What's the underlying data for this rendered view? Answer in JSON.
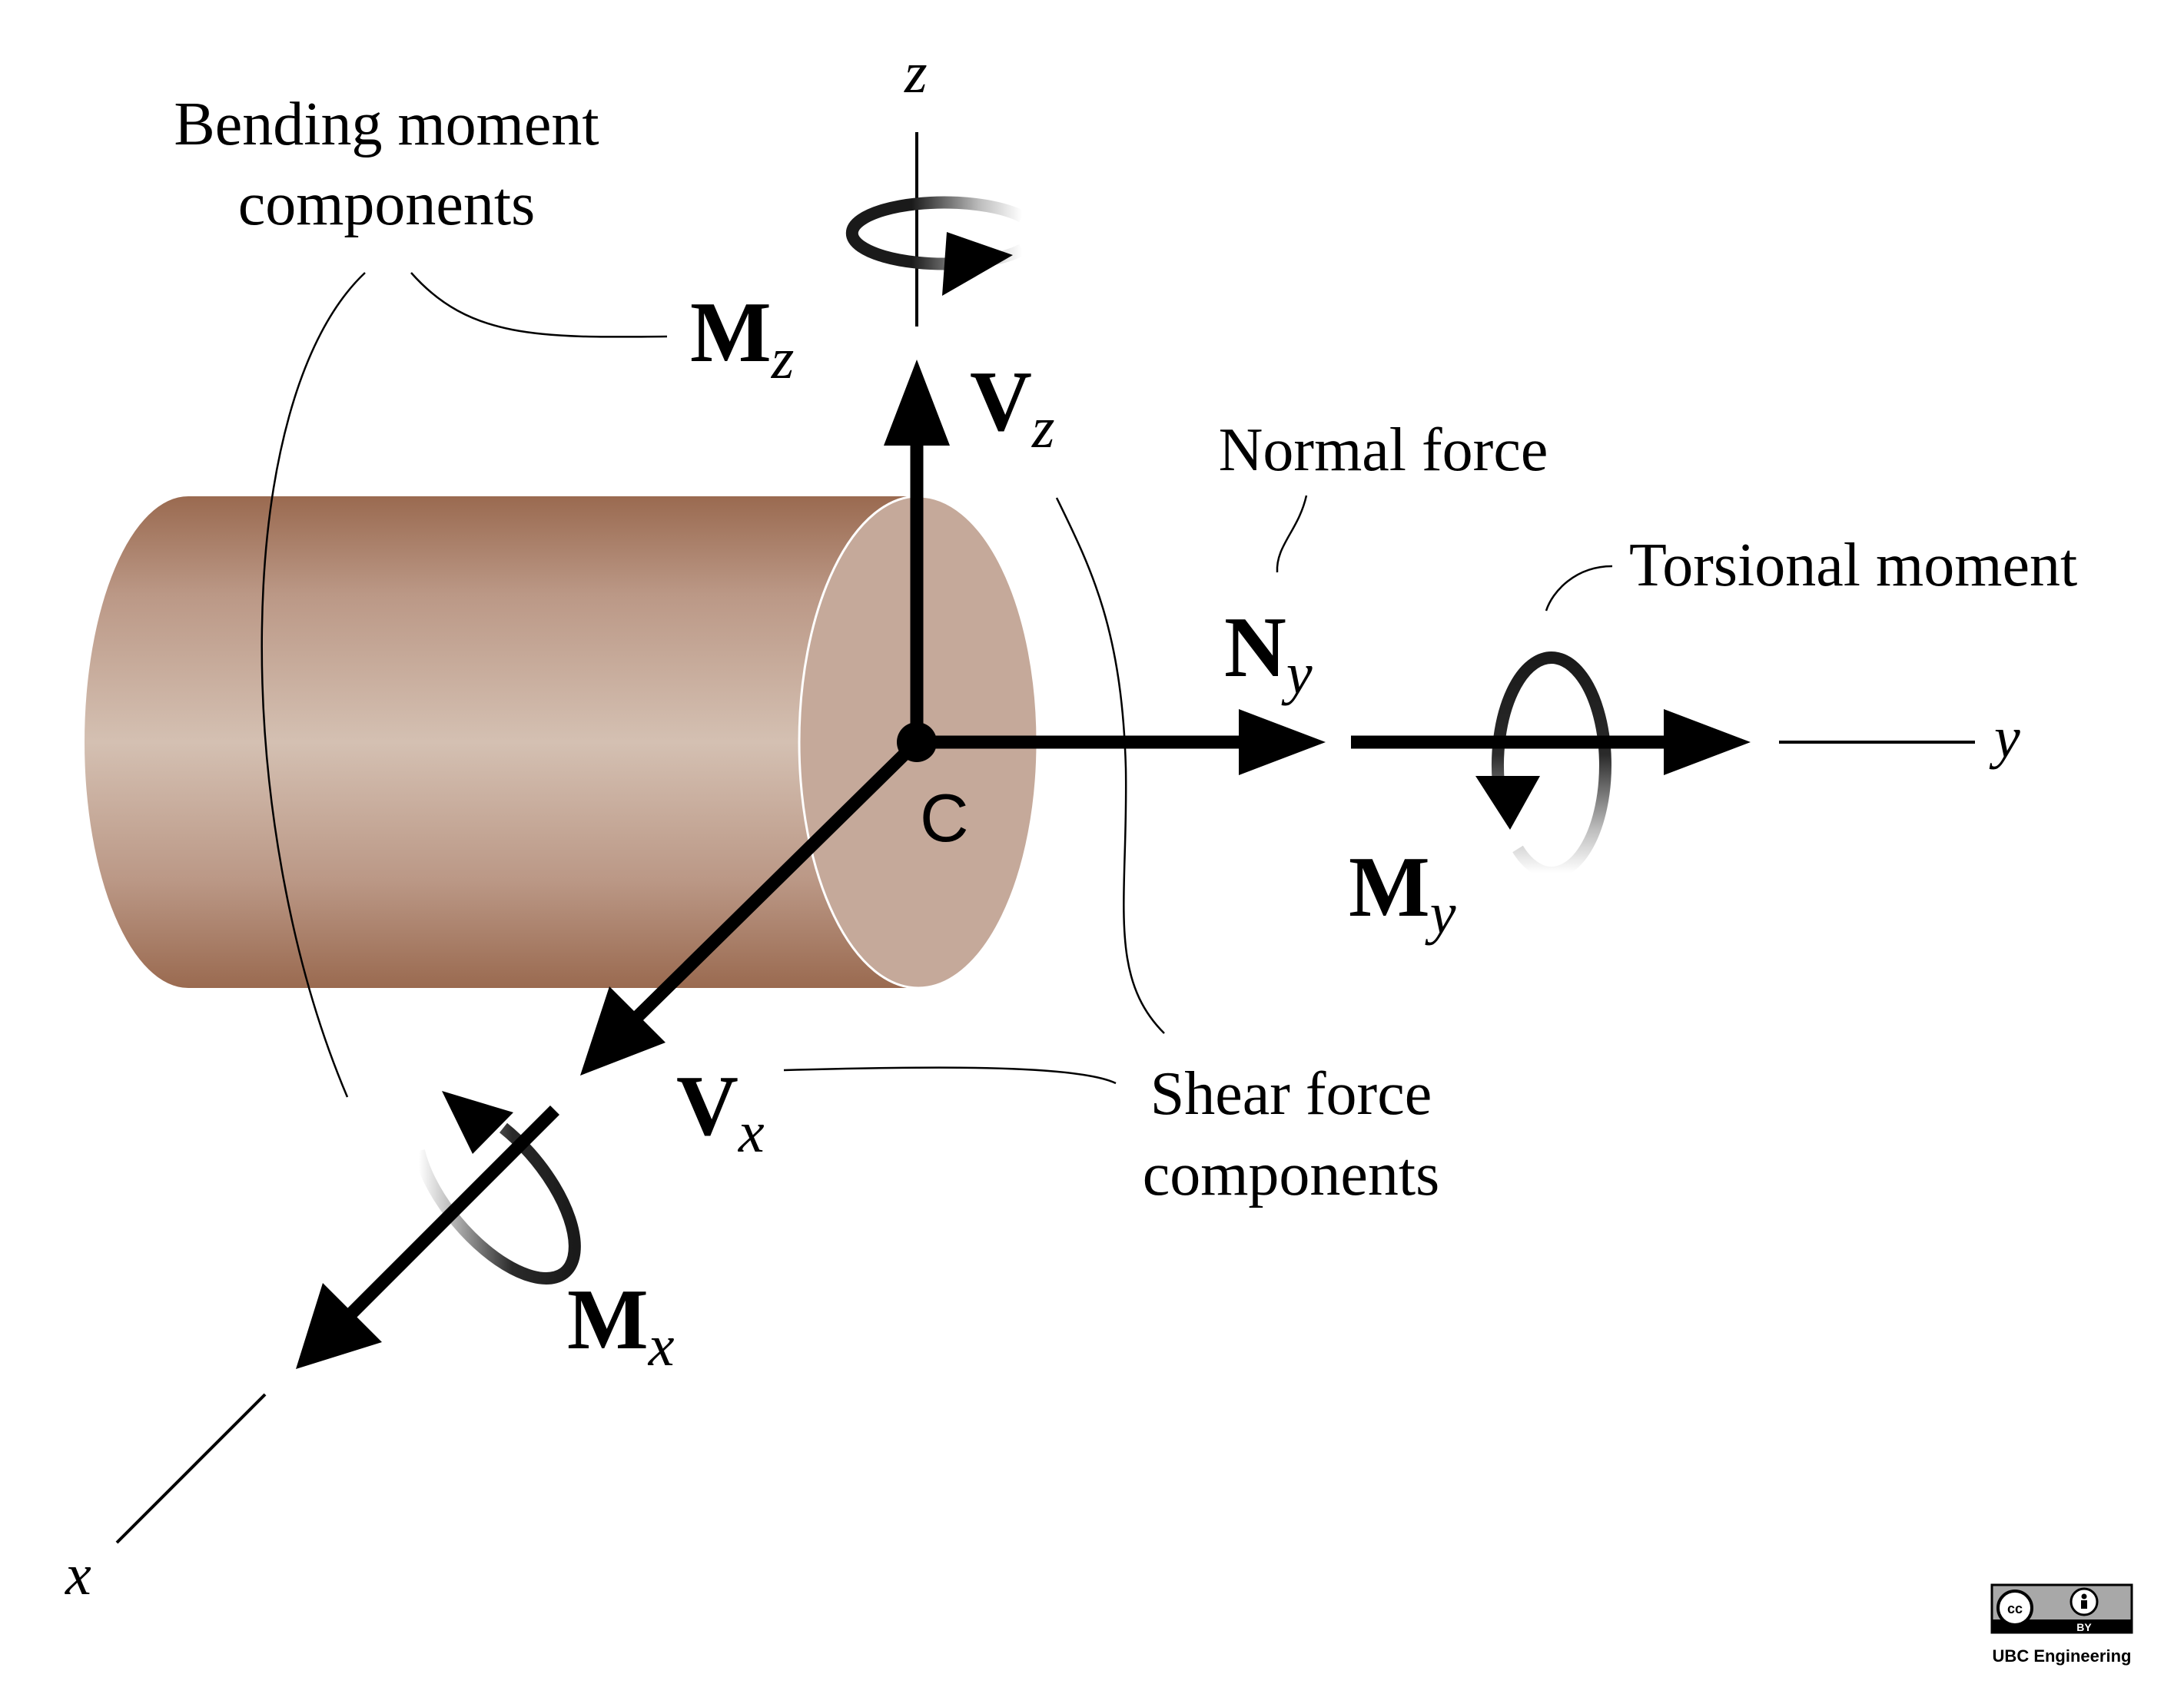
{
  "axes": {
    "x": "x",
    "y": "y",
    "z": "z"
  },
  "centroid": "C",
  "callouts": {
    "bending_line1": "Bending moment",
    "bending_line2": "components",
    "normal": "Normal force",
    "torsional": "Torsional moment",
    "shear_line1": "Shear force",
    "shear_line2": "components"
  },
  "vectors": {
    "Mz": {
      "main": "M",
      "sub": "z"
    },
    "Vz": {
      "main": "V",
      "sub": "z"
    },
    "Ny": {
      "main": "N",
      "sub": "y"
    },
    "My": {
      "main": "M",
      "sub": "y"
    },
    "Vx": {
      "main": "V",
      "sub": "x"
    },
    "Mx": {
      "main": "M",
      "sub": "x"
    }
  },
  "license": {
    "cc": "cc",
    "by": "BY",
    "credit": "UBC Engineering"
  },
  "colors": {
    "cylinder_dark": "#9a6a50",
    "cylinder_light": "#d4c0b2",
    "cylinder_face": "#c5a99a",
    "ink": "#000000"
  }
}
